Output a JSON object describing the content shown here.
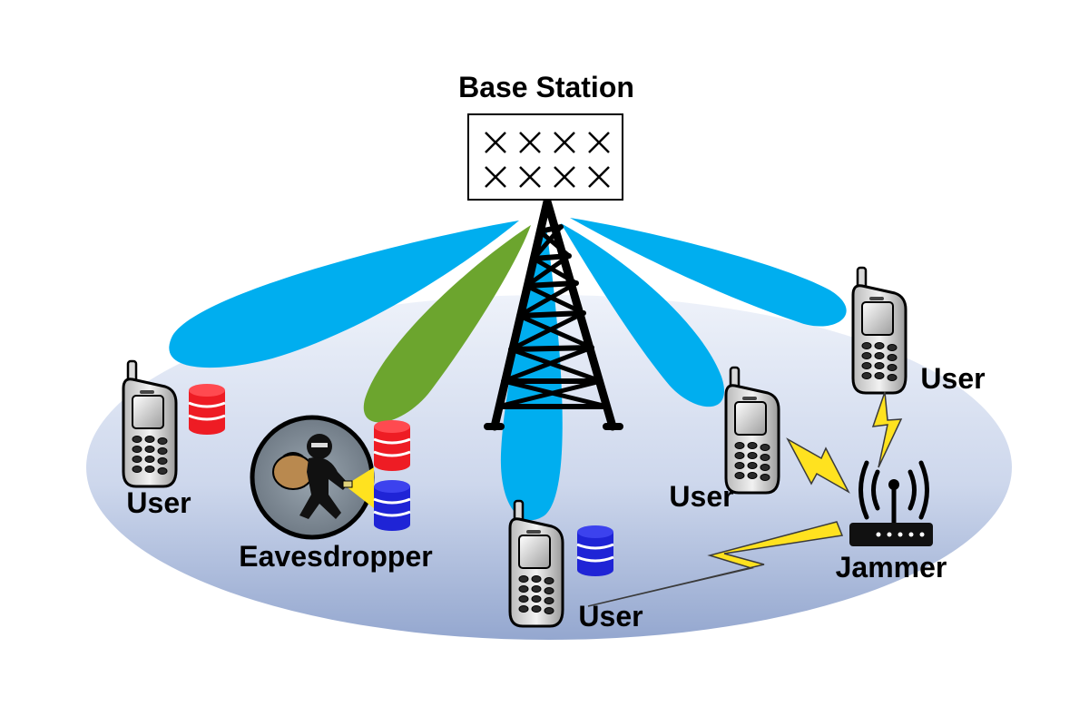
{
  "labels": {
    "base_station": "Base Station",
    "user": "User",
    "eavesdropper": "Eavesdropper",
    "jammer": "Jammer"
  },
  "colors": {
    "beam_legit": "#00aeef",
    "beam_eve": "#6ca52e",
    "data_red": "#ee1c24",
    "data_blue": "#1f24d6",
    "lightning": "#ffe21f",
    "ellipse_top": "#eef2fa",
    "ellipse_bottom": "#94a7cf"
  },
  "icons": [
    "antenna-array-icon",
    "tower-icon",
    "phone-icon",
    "database-icon",
    "thief-icon",
    "router-icon",
    "lightning-icon"
  ]
}
